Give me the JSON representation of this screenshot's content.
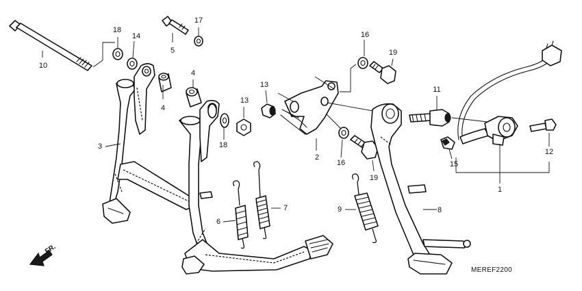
{
  "diagram": {
    "document_code": "MEREF2200",
    "direction_label": "FR.",
    "callouts": [
      {
        "id": "c18a",
        "label": "18"
      },
      {
        "id": "c14",
        "label": "14"
      },
      {
        "id": "c17",
        "label": "17"
      },
      {
        "id": "c5",
        "label": "5"
      },
      {
        "id": "c10",
        "label": "10"
      },
      {
        "id": "c4a",
        "label": "4"
      },
      {
        "id": "c4b",
        "label": "4"
      },
      {
        "id": "c3",
        "label": "3"
      },
      {
        "id": "c13a",
        "label": "13"
      },
      {
        "id": "c13b",
        "label": "13"
      },
      {
        "id": "c18b",
        "label": "18"
      },
      {
        "id": "c16a",
        "label": "16"
      },
      {
        "id": "c19a",
        "label": "19"
      },
      {
        "id": "c2",
        "label": "2"
      },
      {
        "id": "c16b",
        "label": "16"
      },
      {
        "id": "c19b",
        "label": "19"
      },
      {
        "id": "c11",
        "label": "11"
      },
      {
        "id": "c15",
        "label": "15"
      },
      {
        "id": "c12",
        "label": "12"
      },
      {
        "id": "c1",
        "label": "1"
      },
      {
        "id": "c7",
        "label": "7"
      },
      {
        "id": "c6",
        "label": "6"
      },
      {
        "id": "c9",
        "label": "9"
      },
      {
        "id": "c8",
        "label": "8"
      }
    ]
  }
}
